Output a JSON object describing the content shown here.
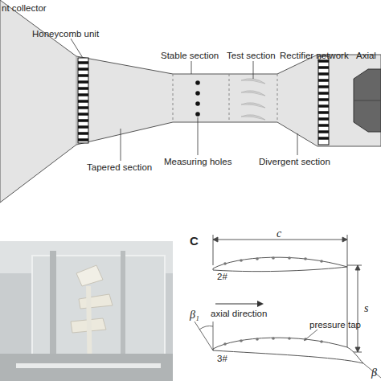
{
  "diagram": {
    "labels": [
      "nt collector",
      "Honeycomb unit",
      "Stable section",
      "Test section",
      "Rectifier network",
      "Axial",
      "Tapered section",
      "Measuring holes",
      "Divergent section",
      "C",
      "c",
      "2#",
      "axial direction",
      "s",
      "β₁",
      "pressure tap",
      "3#",
      "β"
    ]
  }
}
